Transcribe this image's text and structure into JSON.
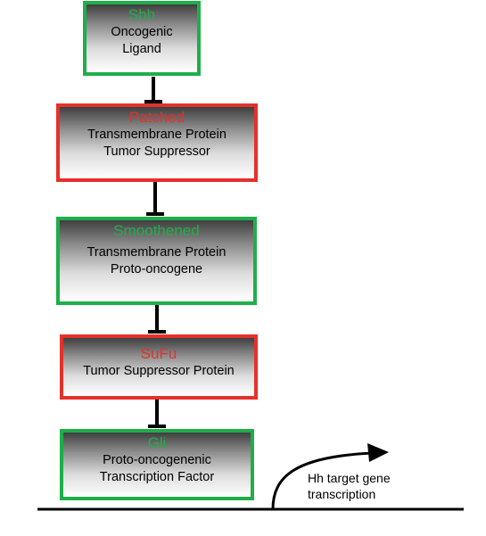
{
  "colors": {
    "oncogene": "#1fae4a",
    "suppressor": "#e4312b"
  },
  "nodes": [
    {
      "name": "Shh",
      "desc1": "Oncogenic",
      "desc2": "Ligand",
      "role": "oncogene"
    },
    {
      "name": "Patched",
      "desc1": "Transmembrane Protein",
      "desc2": "Tumor Suppressor",
      "role": "suppressor"
    },
    {
      "name": "Smoothened",
      "desc1": "Transmembrane Protein",
      "desc2": "Proto-oncogene",
      "role": "oncogene"
    },
    {
      "name": "SuFu",
      "desc1": "Tumor Suppressor Protein",
      "desc2": "",
      "role": "suppressor"
    },
    {
      "name": "Gli",
      "desc1": "Proto-oncogenenic",
      "desc2": "Transcription Factor",
      "role": "oncogene"
    }
  ],
  "output": {
    "line1": "Hh target gene",
    "line2": "transcription"
  }
}
